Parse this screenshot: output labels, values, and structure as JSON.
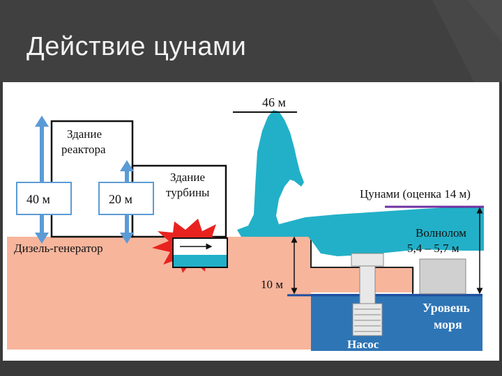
{
  "slide": {
    "title": "Действие цунами"
  },
  "diagram": {
    "labels": {
      "reactor_building": [
        "Здание",
        "реактора"
      ],
      "turbine_building": [
        "Здание",
        "турбины"
      ],
      "reactor_height": "40 м",
      "turbine_height": "20 м",
      "diesel_generator": "Дизель-генератор",
      "wave_peak": "46 м",
      "tsunami_estimate": "Цунами (оценка 14 м)",
      "breakwater": [
        "Волнолом",
        "5,4 – 5,7 м"
      ],
      "ground_height": "10 м",
      "sea_level": [
        "Уровень",
        "моря"
      ],
      "pump": "Насос"
    },
    "colors": {
      "ground": "#f7b59c",
      "sea": "#2e75b6",
      "wave": "#22b0c8",
      "arrow": "#5b9bd5",
      "tsunami_line": "#7030a0",
      "explosion": "#e8231f"
    }
  }
}
